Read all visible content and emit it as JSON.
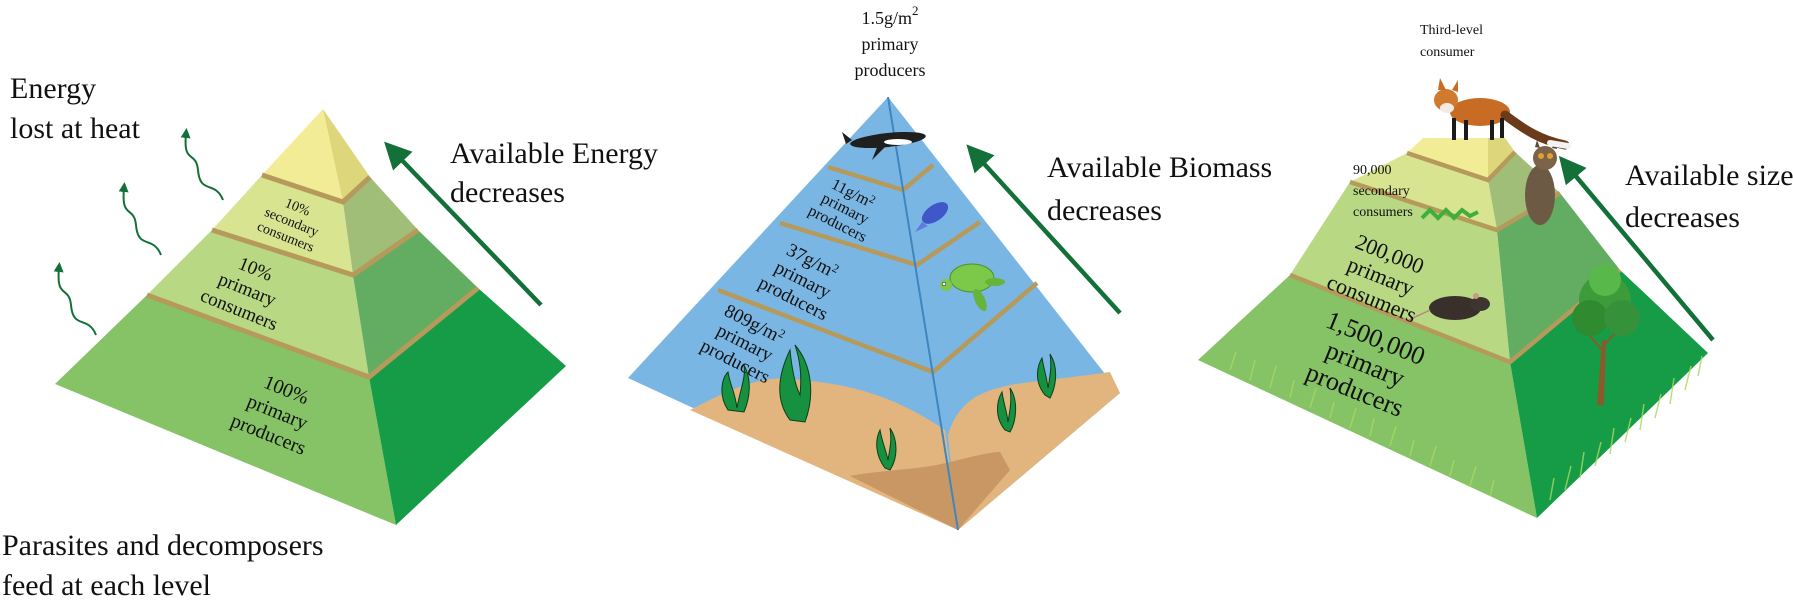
{
  "panels": [
    {
      "id": "energy",
      "side_label": [
        "Available Energy",
        "decreases"
      ],
      "heat_label": [
        "Energy",
        "lost at heat"
      ],
      "bottom_label": [
        "Parasites and decomposers",
        "feed at each level"
      ],
      "levels": [
        {
          "lines": [
            "10%",
            "secondary",
            "consumers"
          ]
        },
        {
          "lines": [
            "10%",
            "primary",
            "consumers"
          ]
        },
        {
          "lines": [
            "100%",
            "primary",
            "producers"
          ]
        }
      ],
      "colors": {
        "top": "#f2ec96",
        "l1": "#d9e491",
        "l2": "#b8d884",
        "l3": "#86c266",
        "r1": "#ddd67a",
        "r2": "#a0be78",
        "r3": "#62ad62",
        "r4": "#169b47",
        "stripe": "#b59a5c",
        "arrow": "#137038"
      }
    },
    {
      "id": "biomass",
      "side_label": [
        "Available Biomass",
        "decreases"
      ],
      "top_label": [
        "1.5g/m",
        "2",
        "primary",
        "producers"
      ],
      "levels": [
        {
          "value": "11g/m",
          "sup": "2",
          "lines": [
            "primary",
            "producers"
          ]
        },
        {
          "value": "37g/m",
          "sup": "2",
          "lines": [
            "primary",
            "producers"
          ]
        },
        {
          "value": "809g/m",
          "sup": "2",
          "lines": [
            "primary",
            "producers"
          ]
        }
      ],
      "colors": {
        "water": "#7ab6e3",
        "sand": "#e1b57d",
        "sand_dark": "#c99764",
        "seaweed": "#16913f",
        "ridge": "#3e86c0",
        "stripe": "#b59a5c",
        "arrow": "#137038"
      }
    },
    {
      "id": "size",
      "side_label": [
        "Available size",
        "decreases"
      ],
      "top_label": [
        "Third-level",
        "consumer"
      ],
      "levels": [
        {
          "lines": [
            "90,000",
            "secondary",
            "consumers"
          ]
        },
        {
          "lines": [
            "200,000",
            "primary",
            "consumers"
          ]
        },
        {
          "lines": [
            "1,500,000",
            "primary",
            "producers"
          ]
        }
      ],
      "organisms": [
        "fox",
        "owl",
        "snake",
        "rat",
        "tree",
        "grass"
      ],
      "colors": {
        "top": "#f2ec96",
        "l1": "#d9e491",
        "l2": "#b8d884",
        "l3": "#86c266",
        "r1": "#ddd67a",
        "r2": "#a0be78",
        "r3": "#62ad62",
        "r4": "#169b47",
        "stripe": "#b59a5c",
        "arrow": "#137038"
      }
    }
  ]
}
